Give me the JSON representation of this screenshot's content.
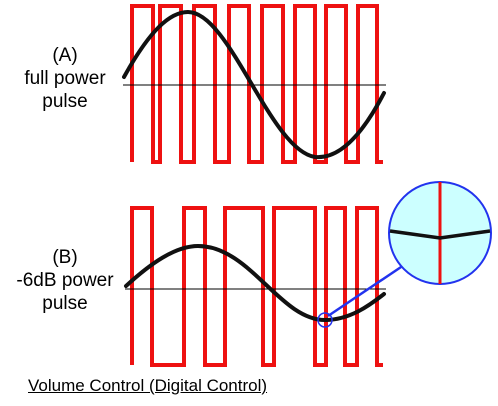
{
  "figure": {
    "label_a": [
      "(A)",
      "full power",
      "pulse"
    ],
    "label_b": [
      "(B)",
      "-6dB power",
      "pulse"
    ],
    "caption": "Volume Control (Digital Control)"
  },
  "colors": {
    "pwm": "#ee1111",
    "signal": "#111111",
    "zoom_fill": "#ccffff",
    "zoom_stroke": "#2233ee"
  }
}
